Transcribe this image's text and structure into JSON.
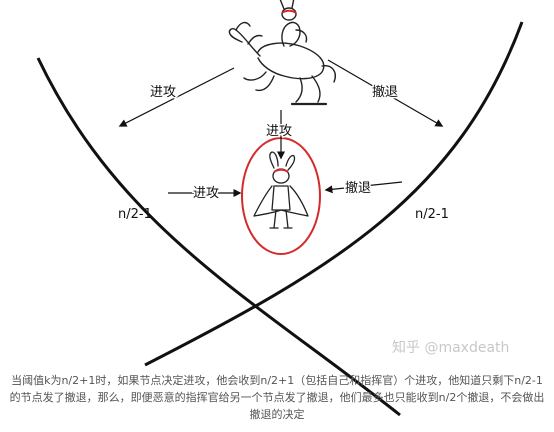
{
  "labels": {
    "attack_left": "进攻",
    "attack_top": "进攻",
    "attack_inner": "进攻",
    "retreat_right": "撤退",
    "retreat_inner": "撤退",
    "n_left": "n/2-1",
    "n_right": "n/2-1"
  },
  "watermark": "知乎 @maxdeath",
  "caption": "当阈值k为n/2+1时，如果节点决定进攻，他会收到n/2+1（包括自己和指挥官）个进攻，他知道只剩下n/2-1的节点发了撤退，那么，即便恶意的指挥官给另一个节点发了撤退，他们最多也只能收到n/2个撤退，不会做出撤退的决定",
  "colors": {
    "ellipse": "#d42a2a",
    "line": "#111111",
    "text": "#111111",
    "caption": "#555555",
    "watermark": "#c8c8c8"
  },
  "icons": {
    "commander": "knight-on-horse-illustration",
    "soldier": "caped-rabbit-soldier-illustration"
  }
}
